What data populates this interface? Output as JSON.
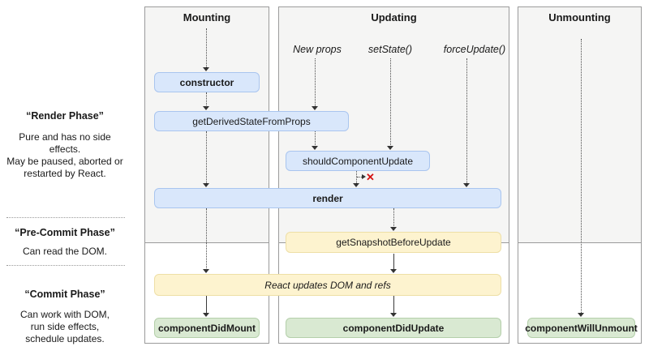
{
  "sidebar": {
    "render_phase": {
      "title": "“Render Phase”",
      "description": "Pure and has no side effects.\nMay be paused, aborted or\nrestarted by React."
    },
    "pre_commit_phase": {
      "title": "“Pre-Commit Phase”",
      "description": "Can read the DOM."
    },
    "commit_phase": {
      "title": "“Commit Phase”",
      "description": "Can work with DOM,\nrun side effects,\nschedule updates."
    }
  },
  "columns": {
    "mounting": {
      "title": "Mounting"
    },
    "updating": {
      "title": "Updating",
      "triggers": {
        "new_props": "New props",
        "set_state": "setState()",
        "force_update": "forceUpdate()"
      }
    },
    "unmounting": {
      "title": "Unmounting"
    }
  },
  "nodes": {
    "constructor": {
      "label": "constructor"
    },
    "get_derived_state_from_props": {
      "label": "getDerivedStateFromProps"
    },
    "should_component_update": {
      "label": "shouldComponentUpdate"
    },
    "render": {
      "label": "render"
    },
    "get_snapshot_before_update": {
      "label": "getSnapshotBeforeUpdate"
    },
    "react_updates_dom": {
      "label": "React updates DOM and refs"
    },
    "component_did_mount": {
      "label": "componentDidMount"
    },
    "component_did_update": {
      "label": "componentDidUpdate"
    },
    "component_will_unmount": {
      "label": "componentWillUnmount"
    }
  },
  "annotations": {
    "cancel_icon": "✕"
  },
  "colors": {
    "lifecycle_method_blue": "#d9e7fb",
    "pre_commit_yellow": "#fdf3cf",
    "commit_green": "#d9e9d2",
    "cancel_red": "#d41313",
    "render_zone_gray": "#f5f5f4"
  }
}
